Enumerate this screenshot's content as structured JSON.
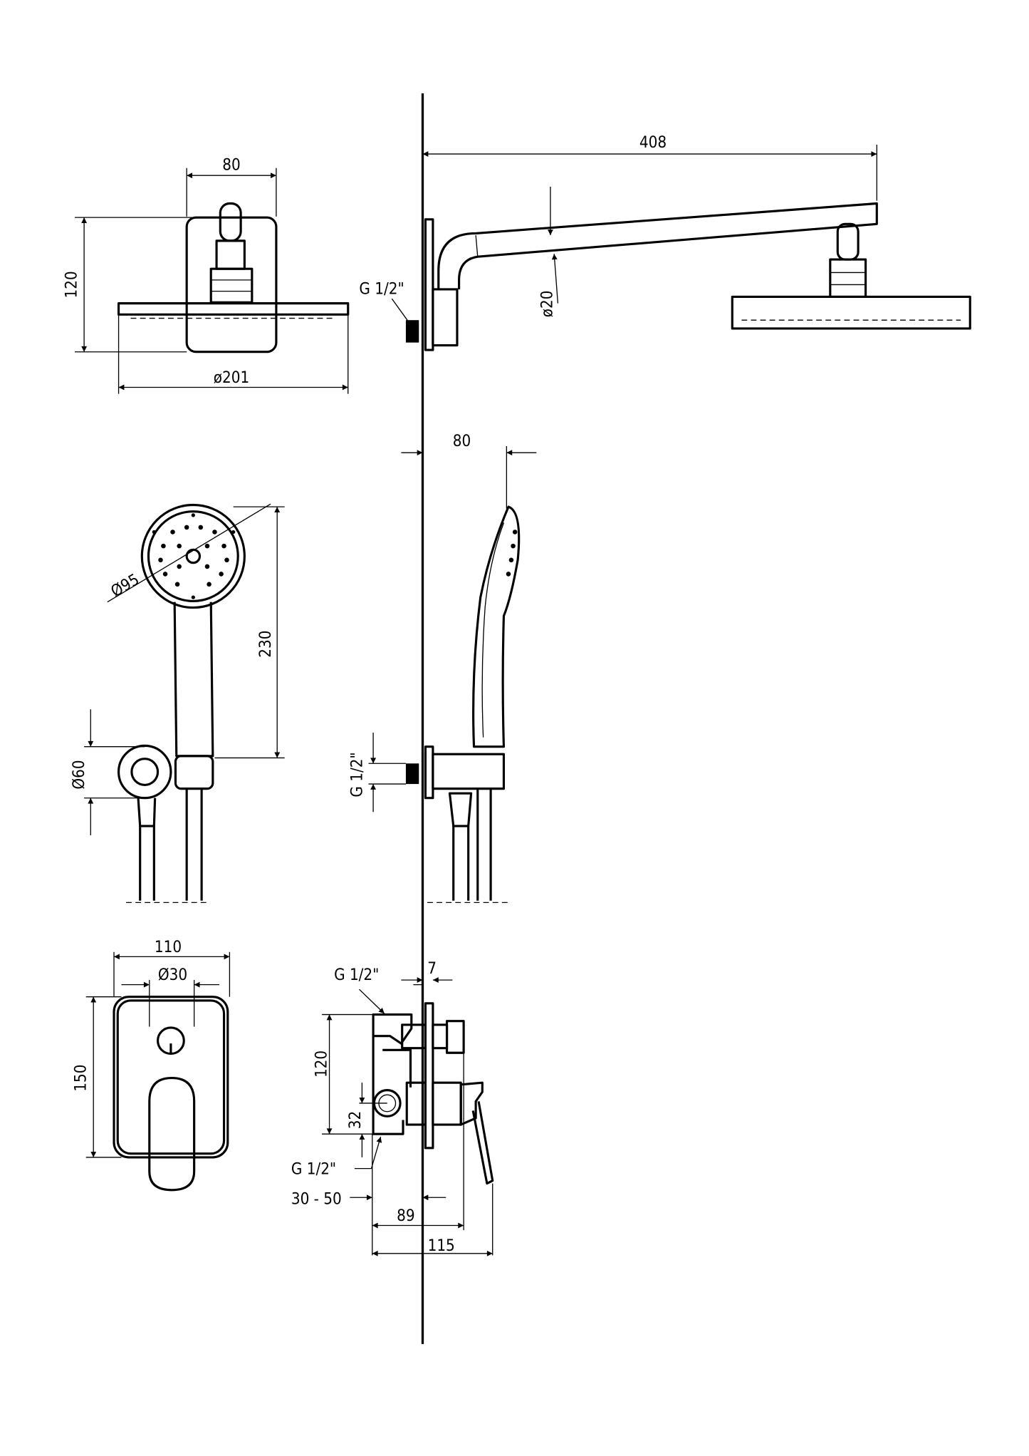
{
  "title": "Concealed shower set – dimension drawing",
  "overhead_front": {
    "width": "80",
    "height": "120",
    "diameter": "ø201"
  },
  "overhead_side": {
    "reach": "408",
    "connection": "G 1/2\"",
    "arm_diameter": "ø20"
  },
  "hand_front": {
    "head_diameter": "Ø95",
    "length": "230",
    "holder_diameter": "Ø60"
  },
  "hand_side": {
    "depth": "80",
    "connection": "G 1/2\""
  },
  "mixer_front": {
    "width": "110",
    "knob_diameter": "Ø30",
    "height": "150"
  },
  "mixer_side": {
    "inlet_top": "G 1/2\"",
    "plate": "7",
    "body_height": "120",
    "offset": "32",
    "inlet_bottom": "G 1/2\"",
    "install_depth": "30 - 50",
    "projection_body": "89",
    "projection_total": "115"
  }
}
